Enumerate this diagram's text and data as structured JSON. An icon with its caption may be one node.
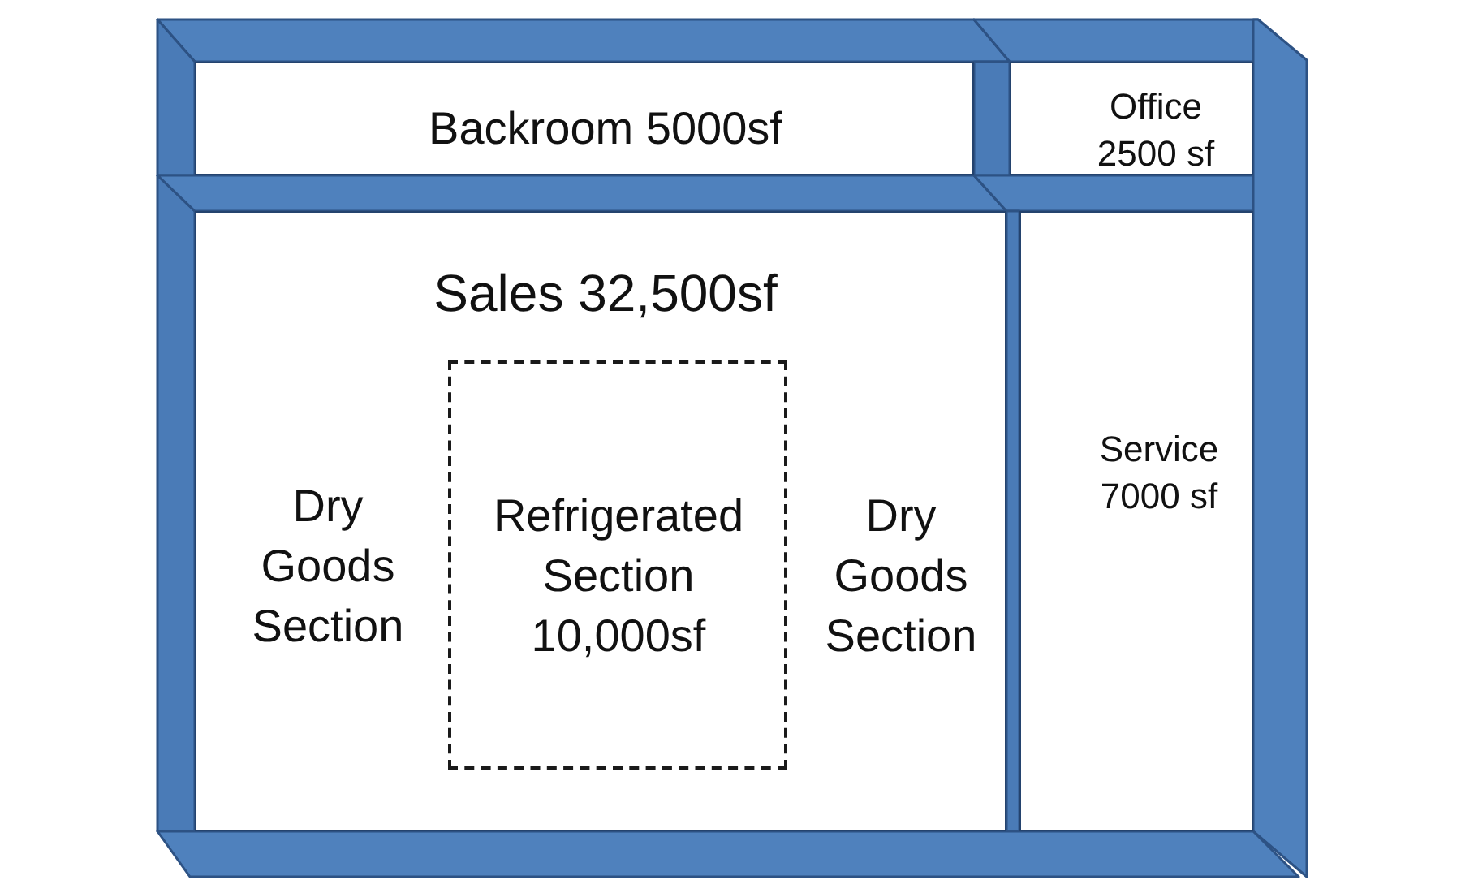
{
  "diagram": {
    "nodes": [
      {
        "text": [
          "Backroom 5000sf"
        ]
      },
      {
        "text": [
          "Office 2500 sf"
        ]
      },
      {
        "text": [
          "Sales 32,500sf",
          "Dry Goods Section",
          "Dry Goods Section"
        ]
      },
      {
        "text": [
          "Refrigerated Section 10,000sf"
        ],
        "in": 2
      },
      {
        "text": [
          "Service 7000 sf"
        ]
      }
    ]
  }
}
